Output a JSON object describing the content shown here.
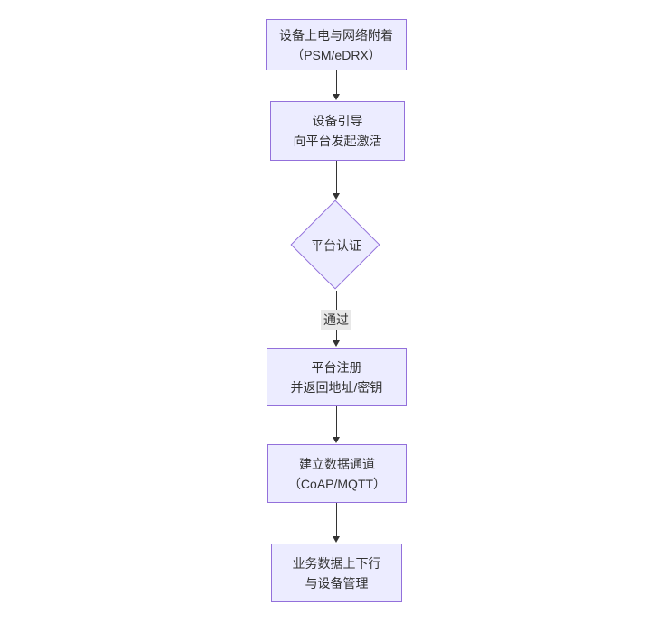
{
  "diagram": {
    "type": "flowchart",
    "direction": "top-down",
    "colors": {
      "canvas_bg": "#ffffff",
      "node_fill": "#ECECFF",
      "node_border": "#9370DB",
      "arrow": "#333333",
      "text": "#333333",
      "edge_label_bg": "#e8e8e8"
    },
    "nodes": [
      {
        "id": "A",
        "shape": "rect",
        "lines": [
          "设备上电与网络附着",
          "（PSM/eDRX）"
        ]
      },
      {
        "id": "B",
        "shape": "rect",
        "lines": [
          "设备引导",
          "向平台发起激活"
        ]
      },
      {
        "id": "C",
        "shape": "diamond",
        "lines": [
          "平台认证"
        ]
      },
      {
        "id": "D",
        "shape": "rect",
        "lines": [
          "平台注册",
          "并返回地址/密钥"
        ]
      },
      {
        "id": "E",
        "shape": "rect",
        "lines": [
          "建立数据通道",
          "（CoAP/MQTT）"
        ]
      },
      {
        "id": "F",
        "shape": "rect",
        "lines": [
          "业务数据上下行",
          "与设备管理"
        ]
      }
    ],
    "edges": [
      {
        "from": "A",
        "to": "B",
        "label": ""
      },
      {
        "from": "B",
        "to": "C",
        "label": ""
      },
      {
        "from": "C",
        "to": "D",
        "label": "通过"
      },
      {
        "from": "D",
        "to": "E",
        "label": ""
      },
      {
        "from": "E",
        "to": "F",
        "label": ""
      }
    ]
  }
}
